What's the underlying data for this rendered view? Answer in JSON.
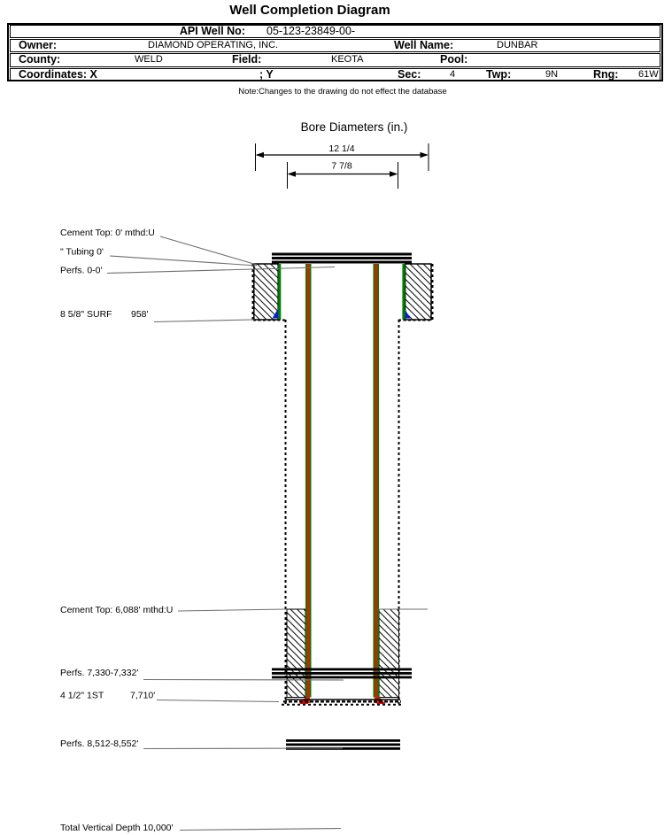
{
  "page_title": "Well Completion Diagram",
  "header": {
    "api_label": "API Well No:",
    "api_value": "05-123-23849-00-",
    "owner_label": "Owner:",
    "owner_value": "DIAMOND OPERATING, INC.",
    "well_name_label": "Well Name:",
    "well_name_value": "DUNBAR",
    "county_label": "County:",
    "county_value": "WELD",
    "field_label": "Field:",
    "field_value": "KEOTA",
    "pool_label": "Pool:",
    "pool_value": "",
    "coordinates_label": "Coordinates: X",
    "coordinates_y_label": "; Y",
    "sec_label": "Sec:",
    "sec_value": "4",
    "twp_label": "Twp:",
    "twp_value": "9N",
    "rng_label": "Rng:",
    "rng_value": "61W"
  },
  "note": "Note:Changes to the drawing do not effect the database",
  "bore": {
    "title": "Bore Diameters (in.)",
    "outer_diameter": "12 1/4",
    "inner_diameter": "7 7/8"
  },
  "annotations": {
    "cement_top_surface": "Cement Top: 0' mthd:U",
    "tubing": "\" Tubing 0'",
    "perfs_surface": "Perfs. 0-0'",
    "surface_casing": "8 5/8\" SURF",
    "surface_casing_depth": "958'",
    "cement_top_production": "Cement Top: 6,088' mthd:U",
    "perfs_middle": "Perfs. 7,330-7,332'",
    "production_casing": "4 1/2\" 1ST",
    "production_casing_depth": "7,710'",
    "perfs_lower": "Perfs. 8,512-8,552'",
    "total_depth": "Total Vertical Depth 10,000'"
  },
  "colors": {
    "surface_casing": "#008000",
    "production_casing": "#cc2200",
    "surface_shoe": "#0022cc",
    "production_shoe": "#dd1100"
  }
}
